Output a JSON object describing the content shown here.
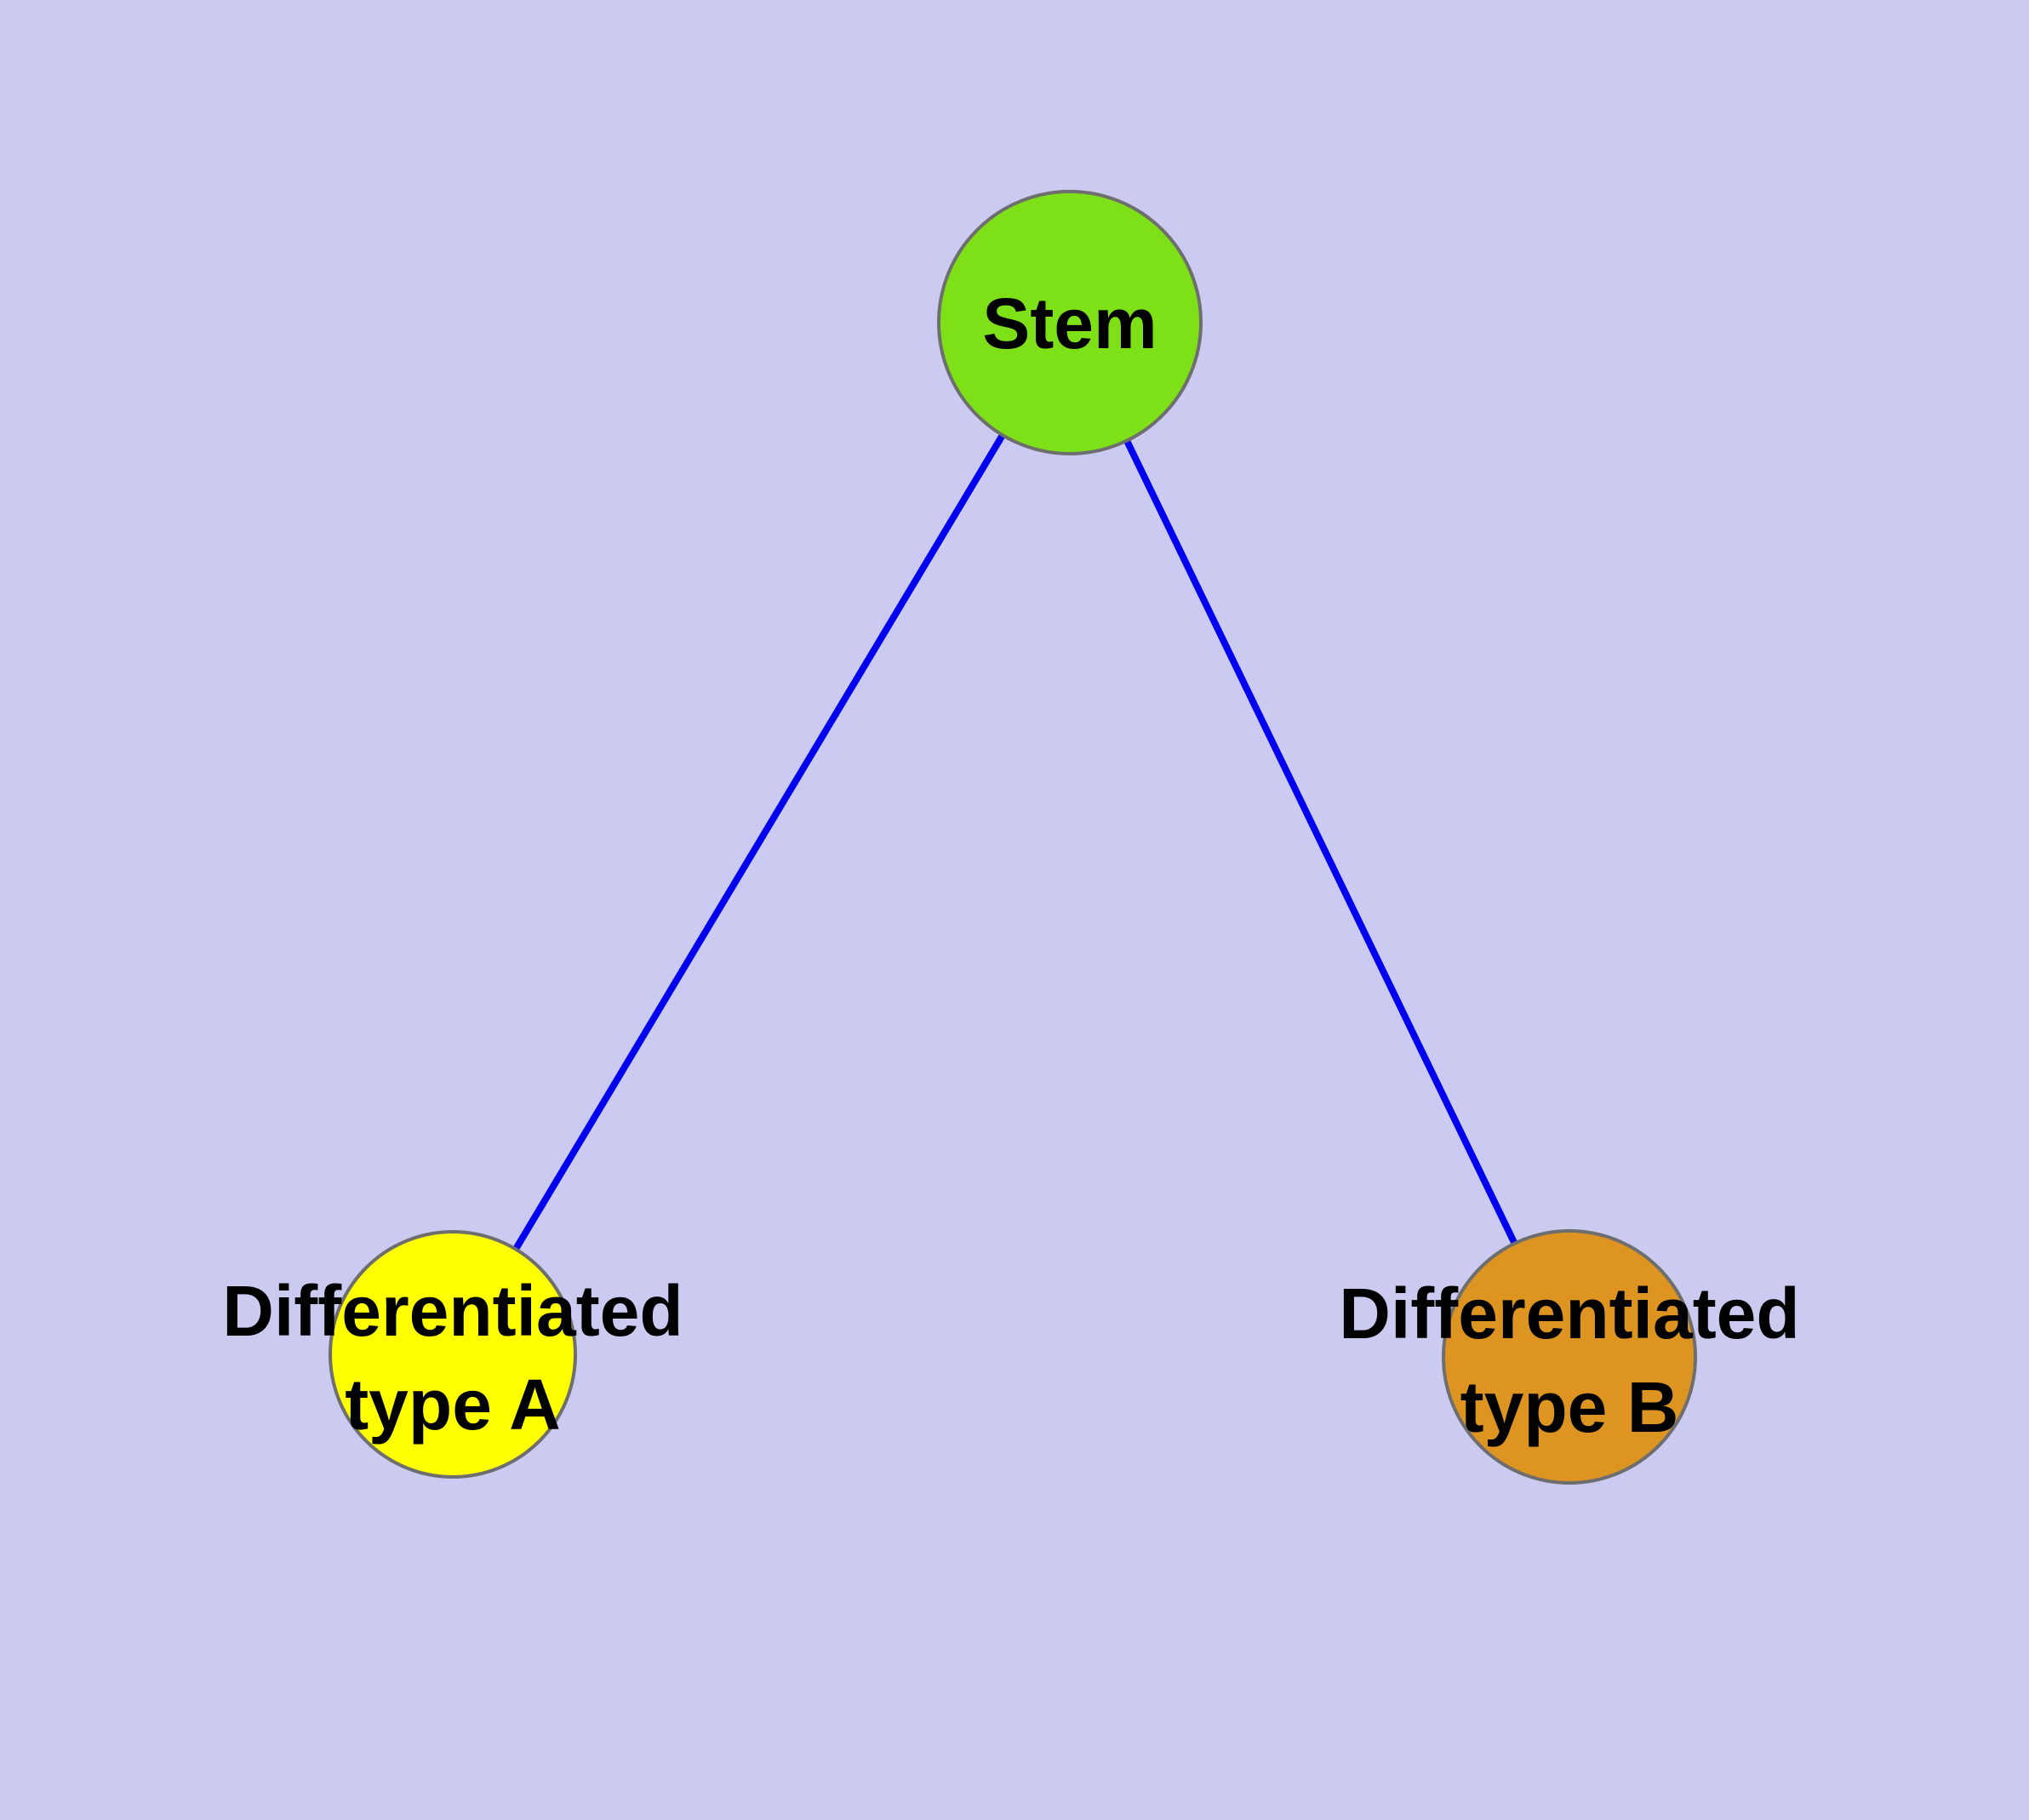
{
  "diagram": {
    "background_color": "#cbcbf2",
    "edge_color": "#0000ee",
    "node_border_color": "#6e6e6e",
    "text_color": "#000000",
    "nodes": [
      {
        "id": "stem",
        "label": "Stem",
        "fill": "#7ee017"
      },
      {
        "id": "differentiated-type-a",
        "label_line1": "Differentiated",
        "label_line2": "type A",
        "fill": "#ffff00"
      },
      {
        "id": "differentiated-type-b",
        "label_line1": "Differentiated",
        "label_line2": "type B",
        "fill": "#dd9420"
      }
    ],
    "edges": [
      {
        "from": "stem",
        "to": "differentiated-type-a"
      },
      {
        "from": "stem",
        "to": "differentiated-type-b"
      }
    ]
  }
}
